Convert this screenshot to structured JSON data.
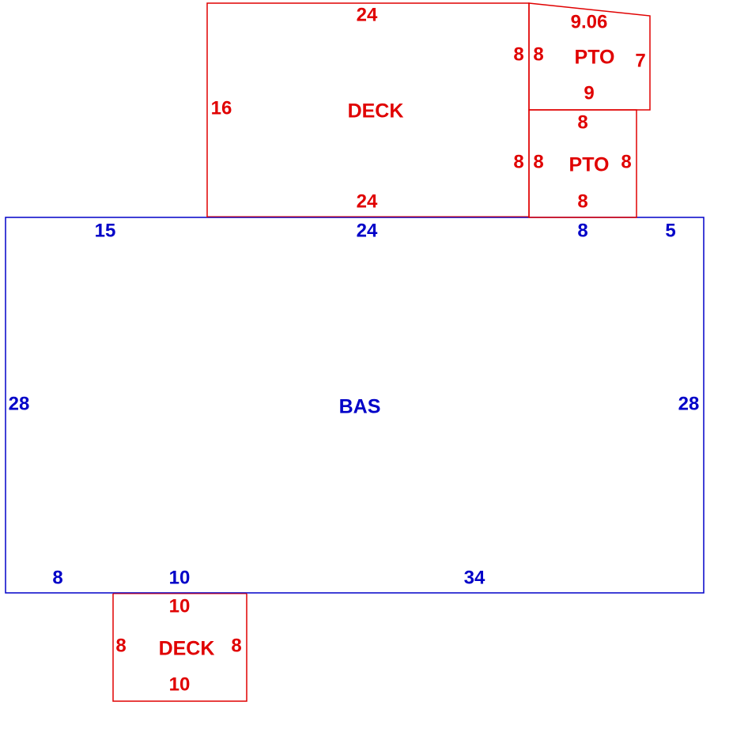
{
  "colors": {
    "structure_main": "#0000c8",
    "structure_addon": "#e00000",
    "background": "#ffffff"
  },
  "areas": {
    "bas": {
      "label": "BAS",
      "dims": {
        "top_left": "15",
        "top_mid": "24",
        "top_pto": "8",
        "top_right": "5",
        "left": "28",
        "right": "28",
        "bottom_left": "8",
        "bottom_deck": "10",
        "bottom_right": "34"
      }
    },
    "deck_top": {
      "label": "DECK",
      "dims": {
        "top": "24",
        "left": "16",
        "bottom": "24"
      }
    },
    "pto_upper": {
      "label": "PTO",
      "dims": {
        "top": "9.06",
        "left_outer": "8",
        "left_inner": "8",
        "right": "7",
        "bottom": "9"
      }
    },
    "pto_lower": {
      "label": "PTO",
      "dims": {
        "top": "8",
        "left_outer": "8",
        "left_inner": "8",
        "right": "8",
        "bottom": "8"
      }
    },
    "deck_bottom": {
      "label": "DECK",
      "dims": {
        "top": "10",
        "left": "8",
        "right": "8",
        "bottom": "10"
      }
    }
  }
}
